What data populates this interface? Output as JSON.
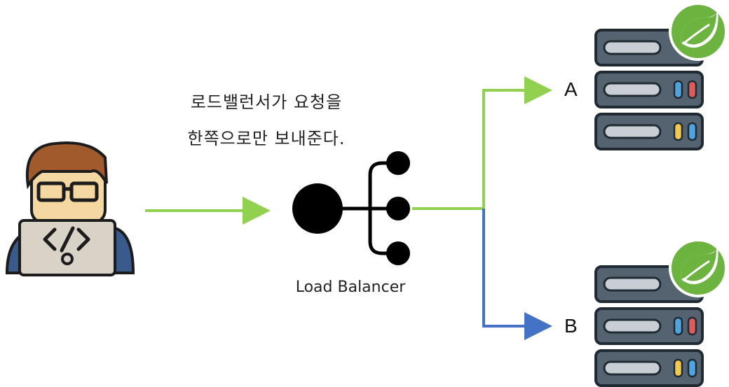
{
  "caption": {
    "line1": "로드밸런서가 요청을",
    "line2": "한쪽으로만 보내준다."
  },
  "load_balancer": {
    "label": "Load Balancer"
  },
  "servers": [
    {
      "label": "A"
    },
    {
      "label": "B"
    }
  ],
  "colors": {
    "active_arrow": "#92d050",
    "inactive_arrow": "#4472c4",
    "server_body": "#556371",
    "spring_green": "#6db33f"
  },
  "icons": {
    "developer": "developer-icon",
    "load_balancer": "load-balancer-icon",
    "server": "server-icon",
    "spring": "spring-leaf-icon"
  }
}
